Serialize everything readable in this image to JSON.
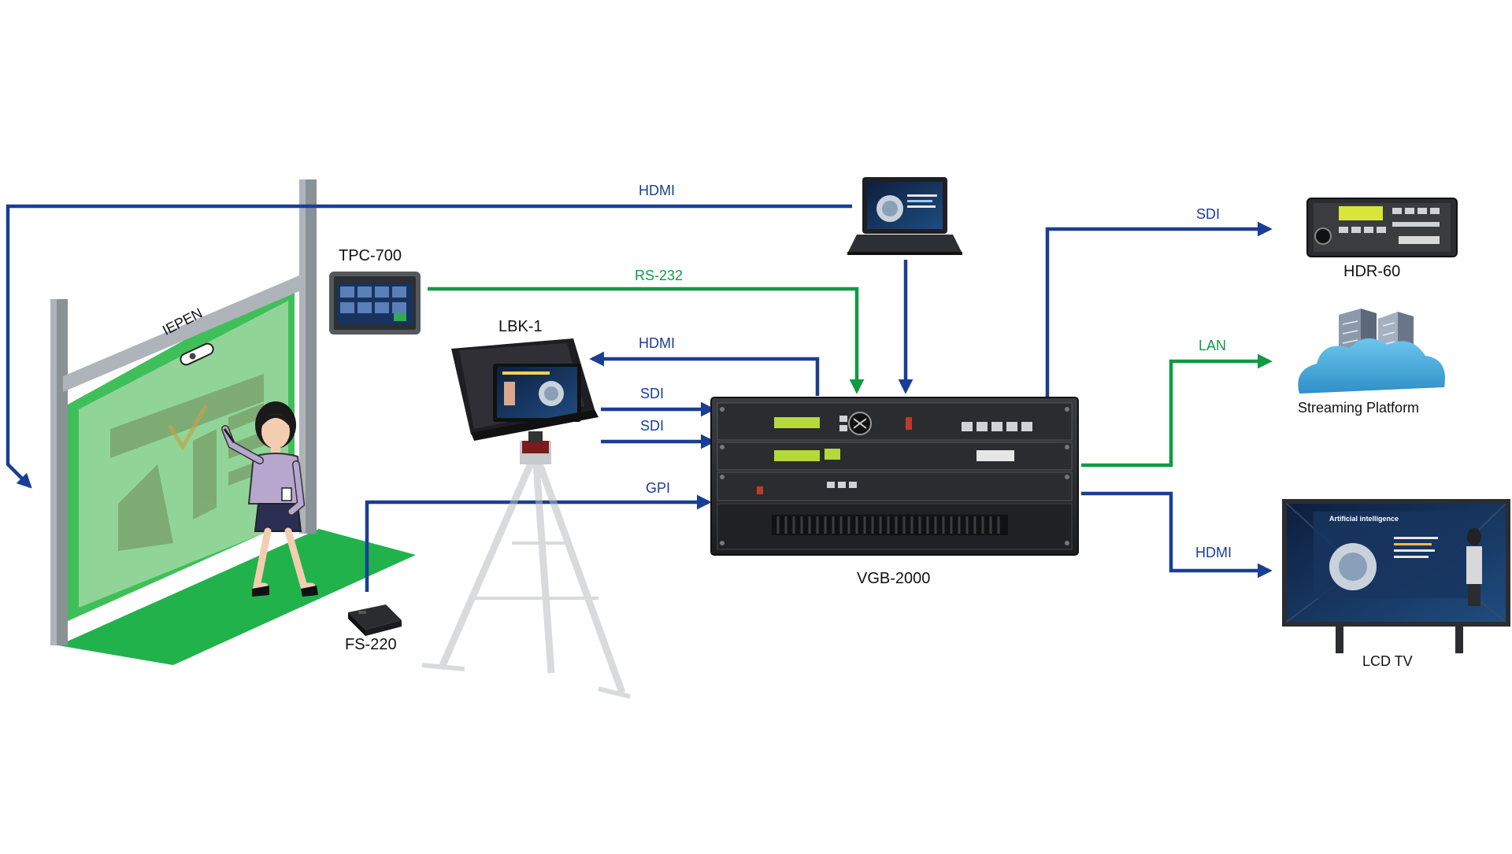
{
  "colors": {
    "blue_line": "#1a3e95",
    "green_line": "#119945",
    "chroma_green": "#22b24c",
    "rack_dark": "#26282b",
    "cloud": "#3aa9da"
  },
  "devices": {
    "tpc": "TPC-700",
    "lbk": "LBK-1",
    "fs": "FS-220",
    "vgb": "VGB-2000",
    "hdr": "HDR-60",
    "stream": "Streaming Platform",
    "lcd": "LCD TV",
    "iepen": "IEPEN"
  },
  "connections": {
    "hdmi_top": "HDMI",
    "rs232": "RS-232",
    "hdmi_lbk": "HDMI",
    "sdi_1": "SDI",
    "sdi_2": "SDI",
    "gpi": "GPI",
    "sdi_hdr": "SDI",
    "lan": "LAN",
    "hdmi_lcd": "HDMI"
  },
  "screen": {
    "headline": "Artificial intelligence"
  },
  "icons": [
    "laptop-icon",
    "teleprompter-icon",
    "tripod-icon",
    "foot-switch-icon",
    "touch-panel-icon",
    "recorder-icon",
    "server-cloud-icon",
    "tv-icon",
    "rack-switcher-icon",
    "presenter-icon"
  ]
}
